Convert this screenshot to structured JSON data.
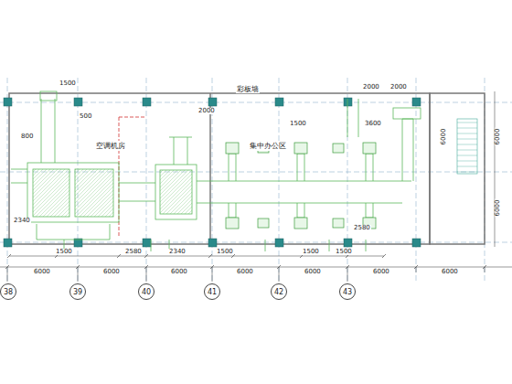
{
  "diagram": {
    "nodes": [
      {
        "text": [
          "空调机房"
        ]
      },
      {
        "text": [
          "集中办公区"
        ]
      },
      {
        "text": [
          "38"
        ]
      },
      {
        "text": [
          "39"
        ]
      },
      {
        "text": [
          "40"
        ]
      },
      {
        "text": [
          "41"
        ]
      },
      {
        "text": [
          "42"
        ]
      },
      {
        "text": [
          "43"
        ]
      }
    ],
    "edges": [],
    "labels": [
      "1500",
      "500",
      "800",
      "彩板墙",
      "2000",
      "2000",
      "2000",
      "1500",
      "3600",
      "6000",
      "2340",
      "1500",
      "2580",
      "2340",
      "1500",
      "1500",
      "1500",
      "2580",
      "6000",
      "6000",
      "6000",
      "6000",
      "6000",
      "6000",
      "6000",
      "6000",
      "6000"
    ]
  }
}
